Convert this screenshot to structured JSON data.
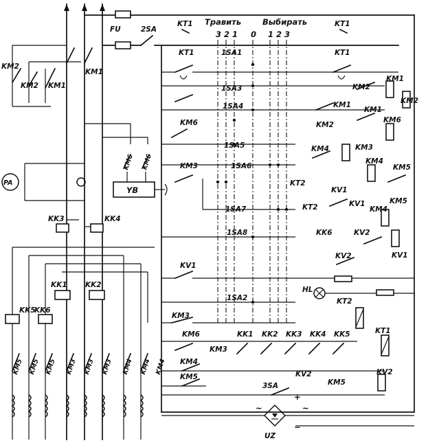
{
  "labels": {
    "fu": "FU",
    "sa2": "2SA",
    "kt1": "KT1",
    "kt2": "KT2",
    "travit": "Травить",
    "vybirat": "Выбирать",
    "pos_left": [
      "3",
      "2",
      "1"
    ],
    "pos_zero": "0",
    "pos_right": [
      "1",
      "2",
      "3"
    ],
    "sa": [
      "1SA1",
      "1SA3",
      "1SA4",
      "1SA5",
      "1SA6",
      "1SA7",
      "1SA8",
      "1SA2"
    ],
    "km1": "KM1",
    "km2": "KM2",
    "km3": "KM3",
    "km4": "KM4",
    "km5": "KM5",
    "km6": "KM6",
    "kk1": "KK1",
    "kk2": "KK2",
    "kk3": "KK3",
    "kk4": "KK4",
    "kk5": "KK5",
    "kk6": "KK6",
    "kv1": "KV1",
    "kv2": "KV2",
    "yb": "YB",
    "pa": "PA",
    "hl": "HL",
    "sa3": "3SA",
    "uz": "UZ",
    "plus": "+",
    "minus": "−",
    "tilde": "~"
  }
}
